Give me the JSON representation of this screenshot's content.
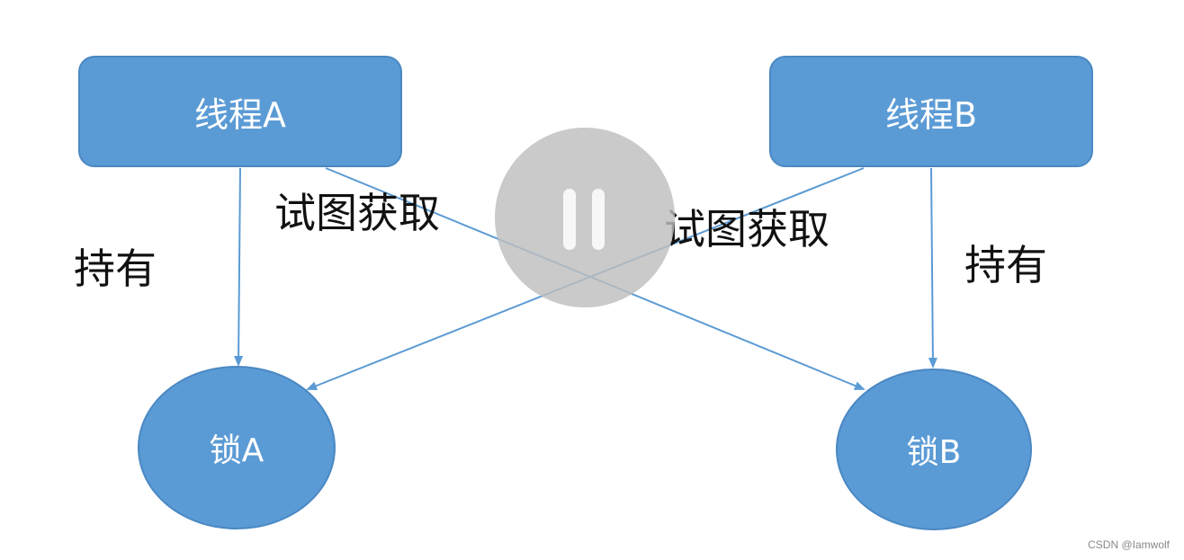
{
  "nodes": {
    "thread_a": "线程A",
    "thread_b": "线程B",
    "lock_a": "锁A",
    "lock_b": "锁B"
  },
  "edges": {
    "hold_a": "持有",
    "try_a": "试图获取",
    "try_b": "试图获取",
    "hold_b": "持有"
  },
  "watermark": "CSDN @Iamwolf",
  "colors": {
    "node_fill": "#5b9bd5",
    "arrow": "#5b9bd5",
    "overlay": "#bebebe"
  },
  "icons": {
    "overlay": "pause-icon"
  }
}
